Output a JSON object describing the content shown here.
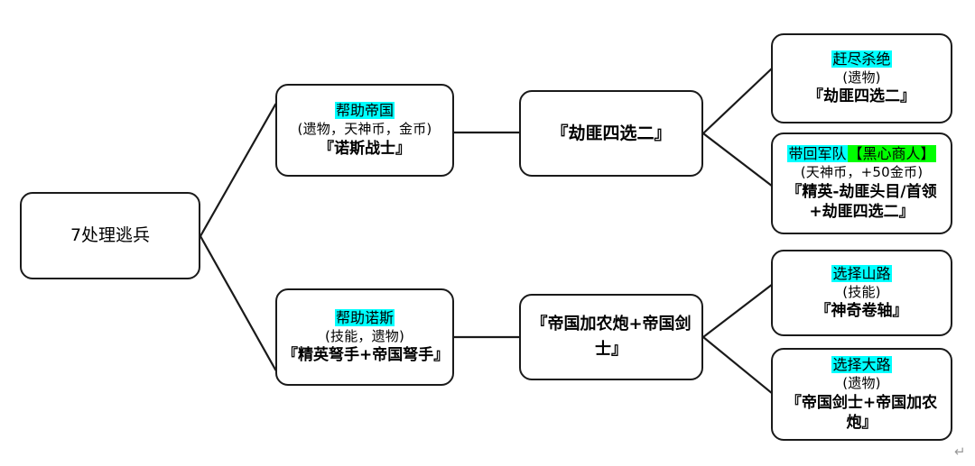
{
  "diagram": {
    "type": "flowchart",
    "orientation": "left-to-right",
    "background": "#ffffff",
    "border_color": "#1a1a1a",
    "highlight_colors": {
      "cyan": "#00ffff",
      "green": "#00ff00"
    }
  },
  "nodes": {
    "root": {
      "text": "7处理逃兵"
    },
    "help_empire": {
      "head": "帮助帝国",
      "sub": "(遗物，天神币，金币)",
      "main": "『诺斯战士』"
    },
    "bandit_choice": {
      "text": "『劫匪四选二』"
    },
    "kill_all": {
      "head": "赶尽杀绝",
      "sub": "(遗物)",
      "main": "『劫匪四选二』"
    },
    "bring_back_army": {
      "head_cyan": "带回军队",
      "head_green": "【黑心商人】",
      "sub": "(天神币，+50金币)",
      "main": "『精英-劫匪头目/首领+劫匪四选二』"
    },
    "help_nos": {
      "head": "帮助诺斯",
      "sub": "(技能，遗物)",
      "main": "『精英弩手+帝国弩手』"
    },
    "empire_cannon": {
      "text": "『帝国加农炮+帝国剑士』"
    },
    "mountain_road": {
      "head": "选择山路",
      "sub": "(技能)",
      "main": "『神奇卷轴』"
    },
    "main_road": {
      "head": "选择大路",
      "sub": "(遗物)",
      "main": "『帝国剑士+帝国加农炮』"
    }
  },
  "marks": {
    "paragraph_mark": "↵"
  }
}
